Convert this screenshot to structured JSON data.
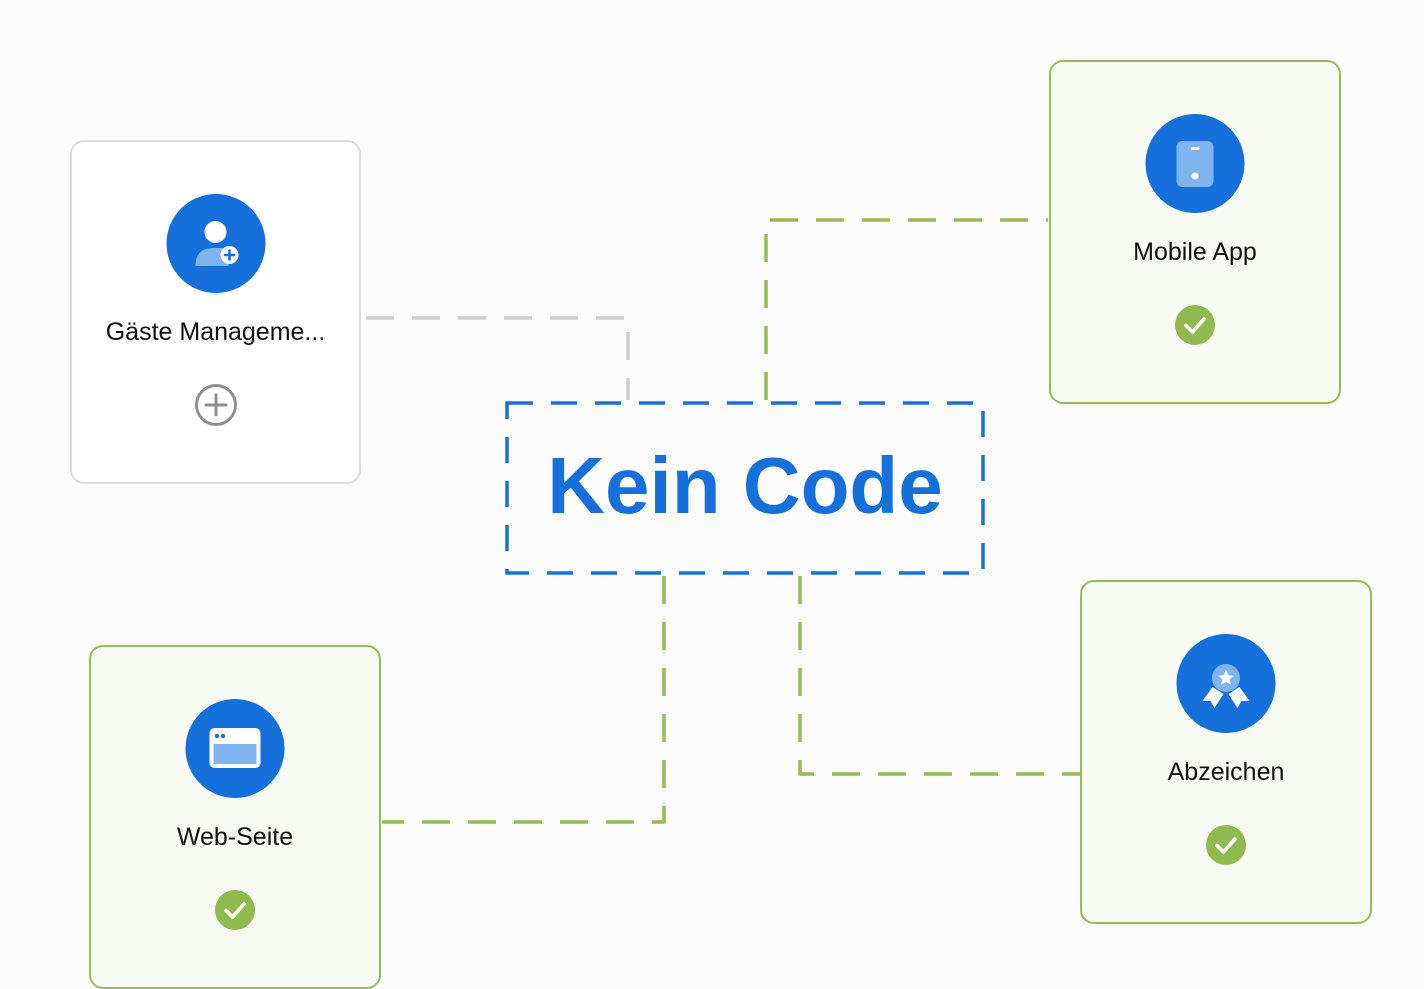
{
  "center": {
    "title": "Kein Code"
  },
  "cards": {
    "guests": {
      "label": "Gäste Manageme...",
      "icon": "user-plus-icon",
      "status": "add"
    },
    "mobile": {
      "label": "Mobile App",
      "icon": "smartphone-icon",
      "status": "done"
    },
    "web": {
      "label": "Web-Seite",
      "icon": "browser-window-icon",
      "status": "done"
    },
    "badges": {
      "label": "Abzeichen",
      "icon": "award-badge-icon",
      "status": "done"
    }
  },
  "colors": {
    "accent": "#1570dc",
    "done": "#97bc55",
    "pending": "#cfcfcf"
  }
}
